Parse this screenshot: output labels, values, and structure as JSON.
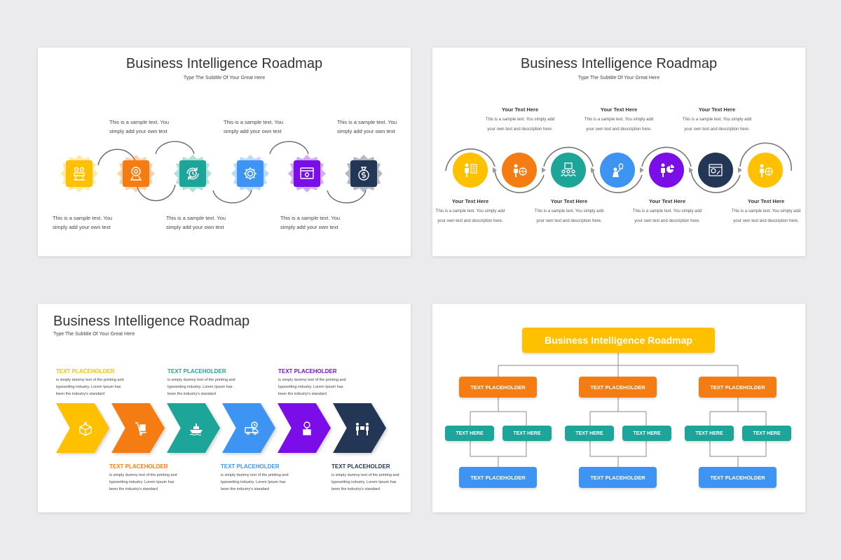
{
  "slide1": {
    "title": "Business Intelligence Roadmap",
    "subtitle": "Type The Subtitle Of Your Great Here",
    "notes": [
      "This is a sample text. You simply add your own text",
      "This is a sample text. You simply add your own text",
      "This is a sample text. You simply add your own text",
      "This is a sample text. You simply add your own text",
      "This is a sample text. You simply add your own text",
      "This is a sample text. You simply add your own text"
    ],
    "badges": [
      {
        "color": "#ffc000",
        "icon": "meeting-icon"
      },
      {
        "color": "#f57c12",
        "icon": "location-icon"
      },
      {
        "color": "#1ea59a",
        "icon": "time-cycle-icon"
      },
      {
        "color": "#3d94f2",
        "icon": "gear-icon"
      },
      {
        "color": "#7a0de8",
        "icon": "web-settings-icon"
      },
      {
        "color": "#233656",
        "icon": "money-bag-icon"
      }
    ]
  },
  "slide2": {
    "title": "Business Intelligence Roadmap",
    "subtitle": "Type The Subtitle Of Your Great Here",
    "top_items": [
      {
        "heading": "Your Text Here",
        "desc": "This is a sample text. You simply add your own text and description here."
      },
      {
        "heading": "Your Text Here",
        "desc": "This is a sample text. You simply add your own text and description here."
      },
      {
        "heading": "Your Text Here",
        "desc": "This is a sample text. You simply add your own text and description here."
      }
    ],
    "bottom_items": [
      {
        "heading": "Your Text Here",
        "desc": "This is a sample text. You simply add your own text and description here."
      },
      {
        "heading": "Your Text Here",
        "desc": "This is a sample text. You simply add your own text and description here."
      },
      {
        "heading": "Your Text Here",
        "desc": "This is a sample text. You simply add your own text and description here."
      },
      {
        "heading": "Your Text Here",
        "desc": "This is a sample text. You simply add your own text and description here."
      }
    ],
    "circles": [
      {
        "color": "#ffc000",
        "icon": "presenter-icon"
      },
      {
        "color": "#f57c12",
        "icon": "global-person-icon"
      },
      {
        "color": "#1ea59a",
        "icon": "team-board-icon"
      },
      {
        "color": "#3d94f2",
        "icon": "idea-person-icon"
      },
      {
        "color": "#7a0de8",
        "icon": "pie-chart-person-icon"
      },
      {
        "color": "#233656",
        "icon": "browser-chart-icon"
      },
      {
        "color": "#ffc000",
        "icon": "global-person-icon"
      }
    ]
  },
  "slide3": {
    "title": "Business Intelligence Roadmap",
    "subtitle": "Type The Subtitle Of Your Great Here",
    "items": [
      {
        "label": "TEXT PLACEHOLDER",
        "desc": "is simply dummy text of the printing and typesetting industry. Lorem Ipsum has been the industry's standard",
        "color": "#ffc000",
        "icon": "open-box-icon"
      },
      {
        "label": "TEXT PLACEHOLDER",
        "desc": "is simply dummy text of the printing and typesetting industry. Lorem Ipsum has been the industry's standard",
        "color": "#f57c12",
        "icon": "hand-truck-icon"
      },
      {
        "label": "TEXT PLACEHOLDER",
        "desc": "is simply dummy text of the printing and typesetting industry. Lorem Ipsum has been the industry's standard",
        "color": "#1ea59a",
        "icon": "ship-icon"
      },
      {
        "label": "TEXT PLACEHOLDER",
        "desc": "is simply dummy text of the printing and typesetting industry. Lorem Ipsum has been the industry's standard",
        "color": "#3d94f2",
        "icon": "fast-delivery-icon"
      },
      {
        "label": "TEXT PLACEHOLDER",
        "desc": "is simply dummy text of the printing and typesetting industry. Lorem Ipsum has been the industry's standard",
        "color": "#7a0de8",
        "icon": "package-lock-icon"
      },
      {
        "label": "TEXT PLACEHOLDER",
        "desc": "is simply dummy text of the printing and typesetting industry. Lorem Ipsum has been the industry's standard",
        "color": "#233656",
        "icon": "handover-icon"
      }
    ]
  },
  "slide4": {
    "title": "Business Intelligence Roadmap",
    "branches": [
      {
        "label": "TEXT PLACEHOLDER",
        "left": "TEXT HERE",
        "right": "TEXT HERE",
        "bottom": "TEXT PLACEHOLDER"
      },
      {
        "label": "TEXT PLACEHOLDER",
        "left": "TEXT HERE",
        "right": "TEXT HERE",
        "bottom": "TEXT PLACEHOLDER"
      },
      {
        "label": "TEXT PLACEHOLDER",
        "left": "TEXT HERE",
        "right": "TEXT HERE",
        "bottom": "TEXT PLACEHOLDER"
      }
    ],
    "colors": {
      "top": "#ffc000",
      "mid": "#f57c12",
      "small": "#1ea59a",
      "bottom": "#3d94f2"
    }
  }
}
